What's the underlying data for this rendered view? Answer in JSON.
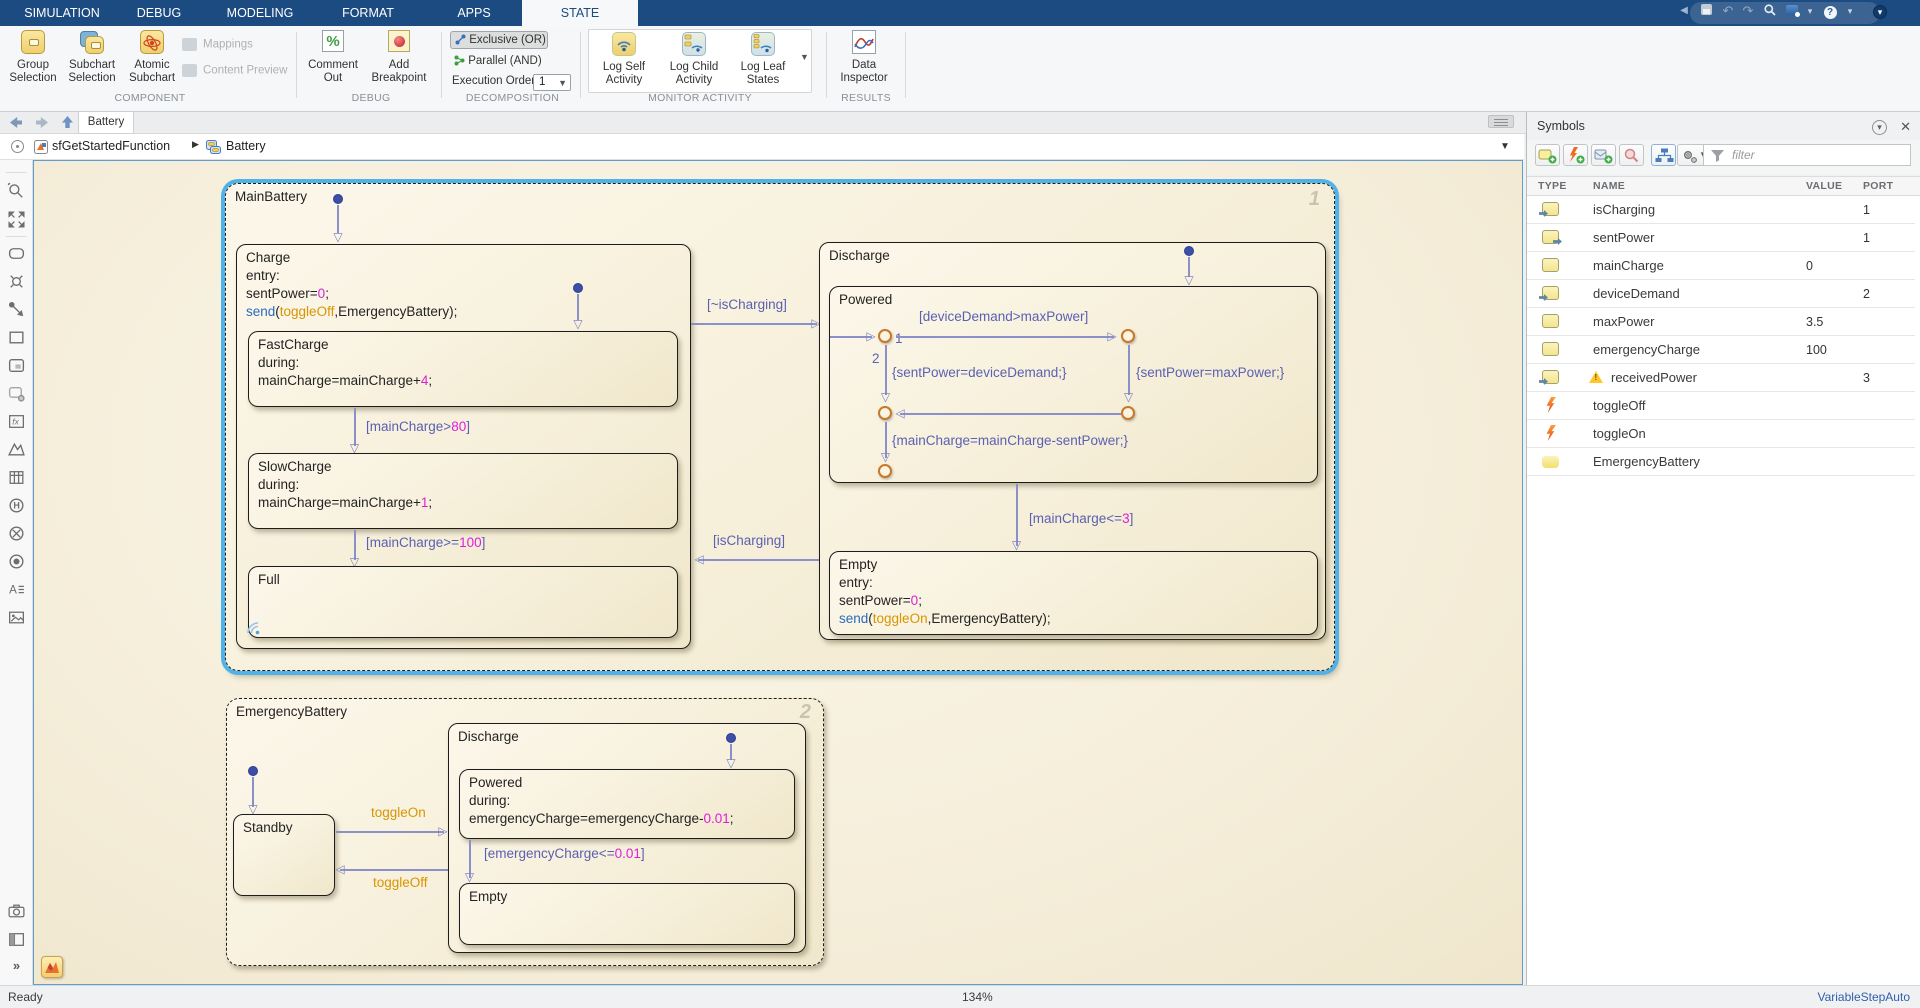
{
  "titlebar": {
    "tabs": [
      "SIMULATION",
      "DEBUG",
      "MODELING",
      "FORMAT",
      "APPS",
      "STATE"
    ]
  },
  "ribbon": {
    "component": {
      "label": "COMPONENT",
      "group_selection": "Group Selection",
      "subchart_selection": "Subchart Selection",
      "atomic_subchart": "Atomic Subchart",
      "mappings": "Mappings",
      "content_preview": "Content Preview"
    },
    "debug": {
      "label": "DEBUG",
      "comment_out": "Comment Out",
      "add_breakpoint": "Add Breakpoint"
    },
    "decomposition": {
      "label": "DECOMPOSITION",
      "exclusive": "Exclusive (OR)",
      "parallel": "Parallel (AND)",
      "execution_order_label": "Execution Order",
      "execution_order_value": "1"
    },
    "monitor": {
      "label": "MONITOR ACTIVITY",
      "log_self": "Log Self Activity",
      "log_child": "Log Child Activity",
      "log_leaf": "Log Leaf States"
    },
    "results": {
      "label": "RESULTS",
      "data_inspector": "Data Inspector"
    }
  },
  "docbar": {
    "tab": "Battery"
  },
  "breadcrumb": {
    "model": "sfGetStartedFunction",
    "chart": "Battery",
    "separator": "▶"
  },
  "chart": {
    "main_battery": {
      "title": "MainBattery",
      "order": "1"
    },
    "charge": {
      "title": "Charge",
      "lines": [
        [
          {
            "t": "entry:",
            "c": "d"
          }
        ],
        [
          {
            "t": "sentPower=",
            "c": "d"
          },
          {
            "t": "0",
            "c": "n"
          },
          {
            "t": ";",
            "c": "d"
          }
        ],
        [
          {
            "t": "send",
            "c": "k"
          },
          {
            "t": "(",
            "c": "d"
          },
          {
            "t": "toggleOff",
            "c": "e"
          },
          {
            "t": ",EmergencyBattery);",
            "c": "d"
          }
        ]
      ]
    },
    "fastcharge": {
      "title": "FastCharge",
      "lines": [
        [
          {
            "t": "during:",
            "c": "d"
          }
        ],
        [
          {
            "t": "mainCharge=mainCharge+",
            "c": "d"
          },
          {
            "t": "4",
            "c": "n"
          },
          {
            "t": ";",
            "c": "d"
          }
        ]
      ]
    },
    "slowcharge": {
      "title": "SlowCharge",
      "lines": [
        [
          {
            "t": "during:",
            "c": "d"
          }
        ],
        [
          {
            "t": "mainCharge=mainCharge+",
            "c": "d"
          },
          {
            "t": "1",
            "c": "n"
          },
          {
            "t": ";",
            "c": "d"
          }
        ]
      ]
    },
    "full": {
      "title": "Full"
    },
    "discharge": {
      "title": "Discharge"
    },
    "powered": {
      "title": "Powered"
    },
    "empty_main": {
      "title": "Empty",
      "lines": [
        [
          {
            "t": "entry:",
            "c": "d"
          }
        ],
        [
          {
            "t": "sentPower=",
            "c": "d"
          },
          {
            "t": "0",
            "c": "n"
          },
          {
            "t": ";",
            "c": "d"
          }
        ],
        [
          {
            "t": "send",
            "c": "k"
          },
          {
            "t": "(",
            "c": "d"
          },
          {
            "t": "toggleOn",
            "c": "e"
          },
          {
            "t": ",EmergencyBattery);",
            "c": "d"
          }
        ]
      ]
    },
    "emergency_battery": {
      "title": "EmergencyBattery",
      "order": "2"
    },
    "standby": {
      "title": "Standby"
    },
    "discharge_eb": {
      "title": "Discharge"
    },
    "powered_eb": {
      "title": "Powered",
      "lines": [
        [
          {
            "t": "during:",
            "c": "d"
          }
        ],
        [
          {
            "t": "emergencyCharge=emergencyCharge-",
            "c": "d"
          },
          {
            "t": "0.01",
            "c": "n"
          },
          {
            "t": ";",
            "c": "d"
          }
        ]
      ]
    },
    "empty_eb": {
      "title": "Empty"
    },
    "labels": {
      "not_ischarging": [
        {
          "t": "[~isCharging]"
        }
      ],
      "ischarging": [
        {
          "t": "[isCharging]"
        }
      ],
      "maincharge80": [
        {
          "t": "[mainCharge>"
        },
        {
          "t": "80",
          "c": "n"
        },
        {
          "t": "]"
        }
      ],
      "maincharge100": [
        {
          "t": "[mainCharge>="
        },
        {
          "t": "100",
          "c": "n"
        },
        {
          "t": "]"
        }
      ],
      "devicedemand": [
        {
          "t": "[deviceDemand>maxPower]"
        }
      ],
      "sent_dd": [
        {
          "t": "{sentPower=deviceDemand;}"
        }
      ],
      "sent_max": [
        {
          "t": "{sentPower=maxPower;}"
        }
      ],
      "main_sent": [
        {
          "t": "{mainCharge=mainCharge-sentPower;}"
        }
      ],
      "maincharge3": [
        {
          "t": "[mainCharge<="
        },
        {
          "t": "3",
          "c": "n"
        },
        {
          "t": "]"
        }
      ],
      "emergency001": [
        {
          "t": "[emergencyCharge<="
        },
        {
          "t": "0.01",
          "c": "n"
        },
        {
          "t": "]"
        }
      ],
      "toggleon": [
        {
          "t": "toggleOn",
          "c": "e"
        }
      ],
      "toggleoff": [
        {
          "t": "toggleOff",
          "c": "e"
        }
      ],
      "order1": "1",
      "order2": "2"
    }
  },
  "symbols": {
    "title": "Symbols",
    "filter_placeholder": "filter",
    "columns": [
      "TYPE",
      "NAME",
      "VALUE",
      "PORT"
    ],
    "rows": [
      {
        "type": "input-data",
        "name": "isCharging",
        "value": "",
        "port": "1"
      },
      {
        "type": "output-data",
        "name": "sentPower",
        "value": "",
        "port": "1"
      },
      {
        "type": "local-data",
        "name": "mainCharge",
        "value": "0",
        "port": ""
      },
      {
        "type": "input-data",
        "name": "deviceDemand",
        "value": "",
        "port": "2"
      },
      {
        "type": "local-data",
        "name": "maxPower",
        "value": "3.5",
        "port": ""
      },
      {
        "type": "local-data",
        "name": "emergencyCharge",
        "value": "100",
        "port": ""
      },
      {
        "type": "input-data-warning",
        "name": "receivedPower",
        "value": "",
        "port": "3"
      },
      {
        "type": "event",
        "name": "toggleOff",
        "value": "",
        "port": ""
      },
      {
        "type": "event",
        "name": "toggleOn",
        "value": "",
        "port": ""
      },
      {
        "type": "state",
        "name": "EmergencyBattery",
        "value": "",
        "port": ""
      }
    ]
  },
  "statusbar": {
    "ready": "Ready",
    "zoom": "134%",
    "solver": "VariableStepAuto"
  },
  "colors": {
    "accent_blue": "#1b4b80",
    "selection": "#4fb3ea",
    "transition": "#5b60b2",
    "number_magenta": "#dc1fd7",
    "event_orange": "#d79600",
    "keyword_blue": "#2a6abf"
  }
}
